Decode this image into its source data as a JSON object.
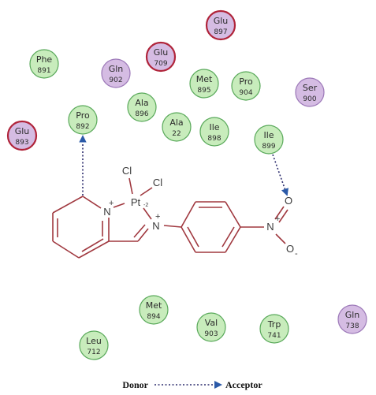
{
  "colors": {
    "hydrophobic_fill": "#c8ecbc",
    "hydrophobic_stroke": "#59a95a",
    "polar_fill": "#d5bce3",
    "polar_stroke": "#9c78b8",
    "charged_fill": "#d5bce3",
    "charged_stroke": "#b0243a",
    "bond": "#a0383f",
    "hbond": "#2d2d6e"
  },
  "residues": [
    {
      "name": "Glu",
      "num": "897",
      "kind": "charged"
    },
    {
      "name": "Phe",
      "num": "891",
      "kind": "hydrophobic"
    },
    {
      "name": "Gln",
      "num": "902",
      "kind": "polar"
    },
    {
      "name": "Glu",
      "num": "709",
      "kind": "charged"
    },
    {
      "name": "Met",
      "num": "895",
      "kind": "hydrophobic"
    },
    {
      "name": "Pro",
      "num": "904",
      "kind": "hydrophobic"
    },
    {
      "name": "Ser",
      "num": "900",
      "kind": "polar"
    },
    {
      "name": "Pro",
      "num": "892",
      "kind": "hydrophobic"
    },
    {
      "name": "Ala",
      "num": "896",
      "kind": "hydrophobic"
    },
    {
      "name": "Ala",
      "num": "22",
      "kind": "hydrophobic"
    },
    {
      "name": "Ile",
      "num": "898",
      "kind": "hydrophobic"
    },
    {
      "name": "Ile",
      "num": "899",
      "kind": "hydrophobic"
    },
    {
      "name": "Glu",
      "num": "893",
      "kind": "charged"
    },
    {
      "name": "Met",
      "num": "894",
      "kind": "hydrophobic"
    },
    {
      "name": "Val",
      "num": "903",
      "kind": "hydrophobic"
    },
    {
      "name": "Trp",
      "num": "741",
      "kind": "hydrophobic"
    },
    {
      "name": "Gln",
      "num": "738",
      "kind": "polar"
    },
    {
      "name": "Leu",
      "num": "712",
      "kind": "hydrophobic"
    }
  ],
  "atoms": {
    "cl1": "Cl",
    "cl2": "Cl",
    "pt": "Pt",
    "pt_charge": "-2",
    "n_ring": "N",
    "n_ring_charge": "+",
    "n_imine": "N",
    "n_imine_charge": "+",
    "n_nitro": "N",
    "n_nitro_charge": "+",
    "o_top": "O",
    "o_bottom": "O",
    "o_bottom_charge": "-"
  },
  "legend": {
    "donor": "Donor",
    "acceptor": "Acceptor"
  }
}
